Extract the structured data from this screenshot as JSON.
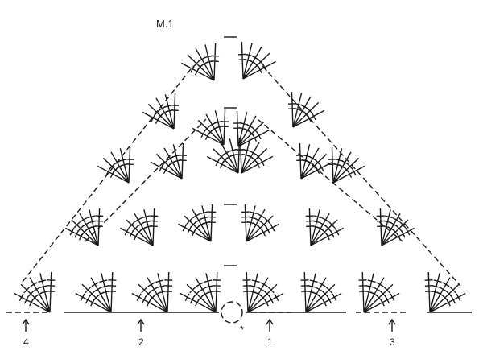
{
  "diagram": {
    "title": "M.1",
    "start_marker": "*",
    "row_labels": [
      "4",
      "2",
      "1",
      "3"
    ],
    "ink_color": "#1a1a1a",
    "symbols": {
      "fan": "fan-of-double-crochet-stitches",
      "chain": "chain-stitch-dash",
      "start_ring": "magic-ring"
    }
  }
}
